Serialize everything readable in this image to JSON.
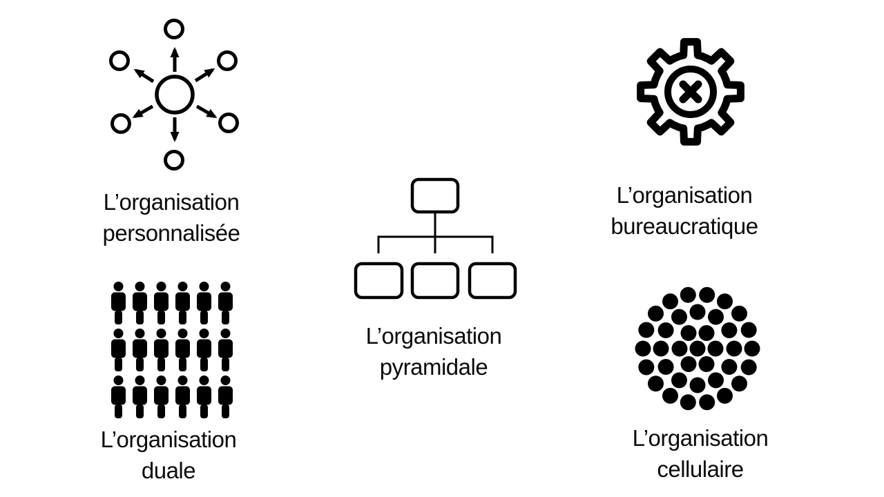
{
  "page": {
    "background": "#ffffff",
    "ink": "#000000",
    "text_color": "#0b0b0b"
  },
  "sections": [
    {
      "id": "personnalisee",
      "icon": "hub-network-icon",
      "label_line1": "L’organisation",
      "label_line2": "personnalisée"
    },
    {
      "id": "pyramidale",
      "icon": "org-chart-icon",
      "label_line1": "L’organisation",
      "label_line2": "pyramidale"
    },
    {
      "id": "bureaucratique",
      "icon": "gear-x-icon",
      "label_line1": "L’organisation",
      "label_line2": "bureaucratique"
    },
    {
      "id": "duale",
      "icon": "people-grid-icon",
      "label_line1": "L’organisation",
      "label_line2": "duale"
    },
    {
      "id": "cellulaire",
      "icon": "dot-cluster-icon",
      "label_line1": "L’organisation",
      "label_line2": "cellulaire"
    }
  ]
}
